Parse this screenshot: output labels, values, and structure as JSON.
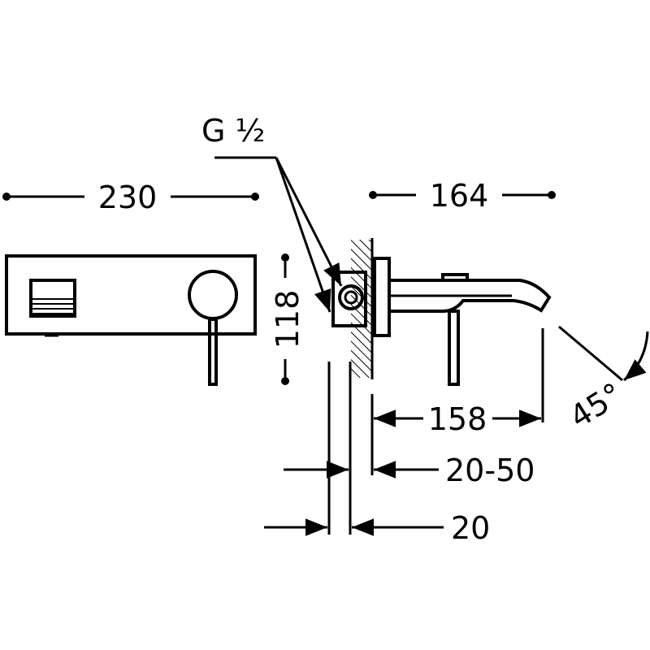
{
  "diagram": {
    "ink_color": "#000000",
    "background_color": "#ffffff",
    "labels": {
      "thread": "G ½",
      "width_front": "230",
      "height_front": "118",
      "depth_top": "164",
      "spout_reach": "158",
      "wall_adjust": "20-50",
      "wall_offset": "20",
      "angle": "45°"
    }
  }
}
